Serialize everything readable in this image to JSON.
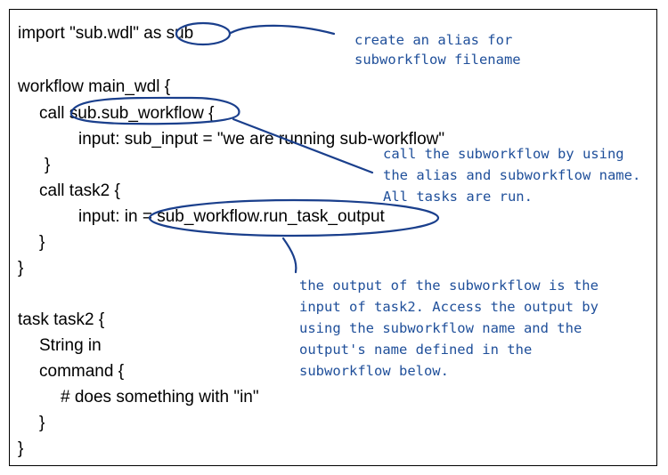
{
  "code_lines": [
    "import \"sub.wdl\" as sub",
    "workflow main_wdl {",
    "call sub.sub_workflow {",
    "input: sub_input = \"we are running sub-workflow\"",
    "}",
    "call task2 {",
    "input: in = sub_workflow.run_task_output",
    "}",
    "}",
    "task task2 {",
    "String in",
    "command {",
    "# does something with \"in\"",
    "}",
    "}"
  ],
  "annotations": {
    "alias_note": [
      "create an alias for",
      "subworkflow filename"
    ],
    "call_note": [
      "call the subworkflow by using",
      "the alias and subworkflow name.",
      "All tasks are run."
    ],
    "output_note": [
      "the output of the subworkflow is the",
      "input of task2. Access the output by",
      "using the subworkflow name and the",
      "output's name defined in the",
      "subworkflow below."
    ]
  },
  "colors": {
    "annotation": "#1f4f9a",
    "code": "#000000",
    "border": "#000000"
  }
}
